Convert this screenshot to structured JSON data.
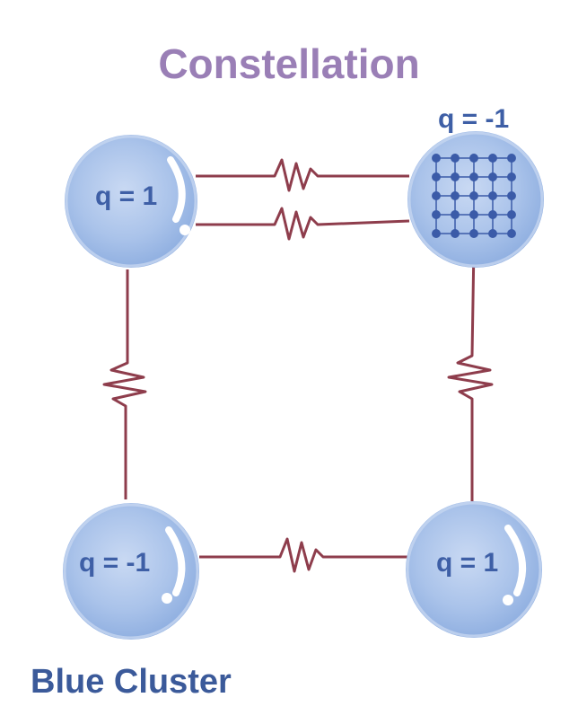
{
  "title": "Constellation",
  "footer": "Blue Cluster",
  "nodes": [
    {
      "id": "top-left",
      "label": "q = 1"
    },
    {
      "id": "top-right",
      "label": "q = -1",
      "grid": true
    },
    {
      "id": "bottom-left",
      "label": "q = -1"
    },
    {
      "id": "bottom-right",
      "label": "q = 1"
    }
  ],
  "colors": {
    "title": "#9a7fb6",
    "footer": "#3b5a9a",
    "label": "#3e5fa6",
    "spring": "#8e3d4c",
    "bubble": "#a9c2ea",
    "grid": "#3b5ba8"
  }
}
